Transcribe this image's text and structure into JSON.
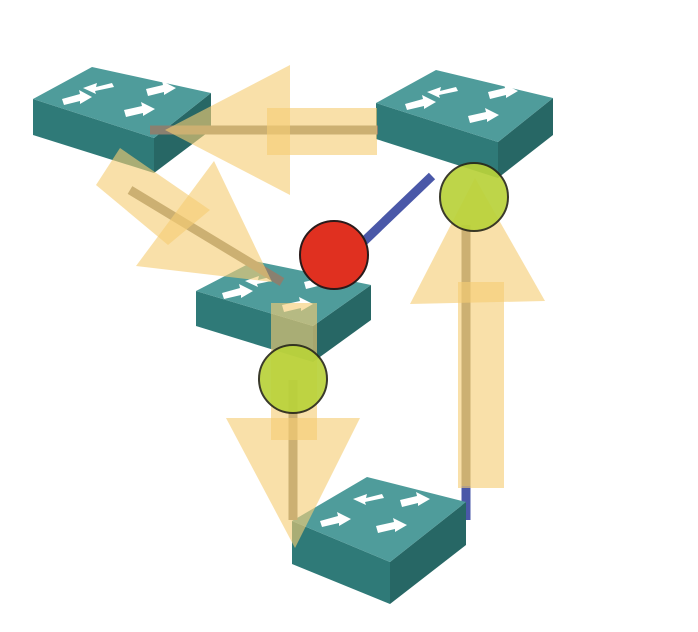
{
  "colors": {
    "background": "#ffffff",
    "switch_top": "#4f9c9b",
    "switch_front": "#2f7a78",
    "switch_side": "#276765",
    "switch_arrow": "#ffffff",
    "link_active": "#8a8070",
    "link_blocked": "#4a58a8",
    "flow_arrow": "#f6cd74",
    "port_forwarding": "#b9d23a",
    "port_blocking": "#e03020"
  },
  "diagram": {
    "switches": [
      {
        "id": "top-left-switch",
        "icon": "network-switch-icon"
      },
      {
        "id": "top-right-switch",
        "icon": "network-switch-icon"
      },
      {
        "id": "center-switch",
        "icon": "network-switch-icon"
      },
      {
        "id": "bottom-switch",
        "icon": "network-switch-icon"
      }
    ],
    "links": [
      {
        "id": "link-top",
        "from": "top-left-switch",
        "to": "top-right-switch",
        "state": "active"
      },
      {
        "id": "link-left-diagonal",
        "from": "top-left-switch",
        "to": "center-switch",
        "state": "active"
      },
      {
        "id": "link-right-diagonal",
        "from": "top-right-switch",
        "to": "center-switch",
        "state": "blocked"
      },
      {
        "id": "link-center-bottom",
        "from": "center-switch",
        "to": "bottom-switch",
        "state": "active"
      },
      {
        "id": "link-right-vertical",
        "from": "top-right-switch",
        "to": "bottom-switch",
        "state": "mixed"
      }
    ],
    "ports": [
      {
        "id": "blocking-port",
        "state": "blocking",
        "icon": "red-port-icon"
      },
      {
        "id": "forwarding-port-right",
        "state": "forwarding",
        "icon": "green-port-icon"
      },
      {
        "id": "forwarding-port-center",
        "state": "forwarding",
        "icon": "green-port-icon"
      }
    ],
    "flow_arrows": [
      {
        "id": "flow-arrow-top",
        "direction": "left"
      },
      {
        "id": "flow-arrow-diagonal",
        "direction": "down-right"
      },
      {
        "id": "flow-arrow-down",
        "direction": "down"
      },
      {
        "id": "flow-arrow-up",
        "direction": "up"
      }
    ]
  }
}
